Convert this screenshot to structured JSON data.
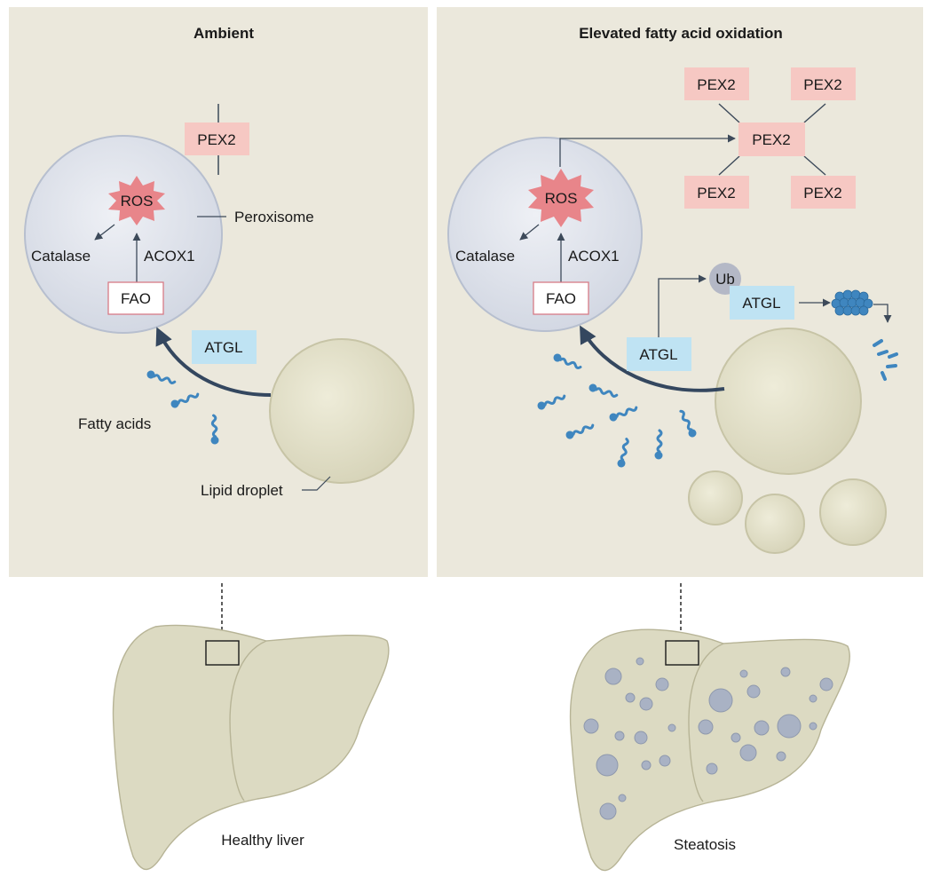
{
  "panels": {
    "left": {
      "title": "Ambient",
      "labels": {
        "pex2": "PEX2",
        "ros": "ROS",
        "peroxisome": "Peroxisome",
        "catalase": "Catalase",
        "acox1": "ACOX1",
        "fao": "FAO",
        "atgl": "ATGL",
        "fatty_acids": "Fatty acids",
        "lipid_droplet": "Lipid droplet"
      }
    },
    "right": {
      "title": "Elevated fatty acid oxidation",
      "labels": {
        "pex2_center": "PEX2",
        "pex2_tl": "PEX2",
        "pex2_tr": "PEX2",
        "pex2_bl": "PEX2",
        "pex2_br": "PEX2",
        "ros": "ROS",
        "catalase": "Catalase",
        "acox1": "ACOX1",
        "fao": "FAO",
        "atgl_lower": "ATGL",
        "atgl_upper": "ATGL",
        "ub": "Ub"
      }
    }
  },
  "livers": {
    "left_caption": "Healthy liver",
    "right_caption": "Steatosis"
  },
  "colors": {
    "panel_bg": "#ebe8dc",
    "pex2_fill": "#f6c8c3",
    "atgl_fill": "#bfe3f3",
    "ros_fill": "#e8858a",
    "peroxisome_fill": "#dfe3ec",
    "droplet_fill": "#e3e1cc",
    "liver_fill": "#dcdac2",
    "lipid_spot": "#a9b2c4",
    "fatty_acid": "#3f86bf",
    "arrow": "#3d4a5a"
  }
}
